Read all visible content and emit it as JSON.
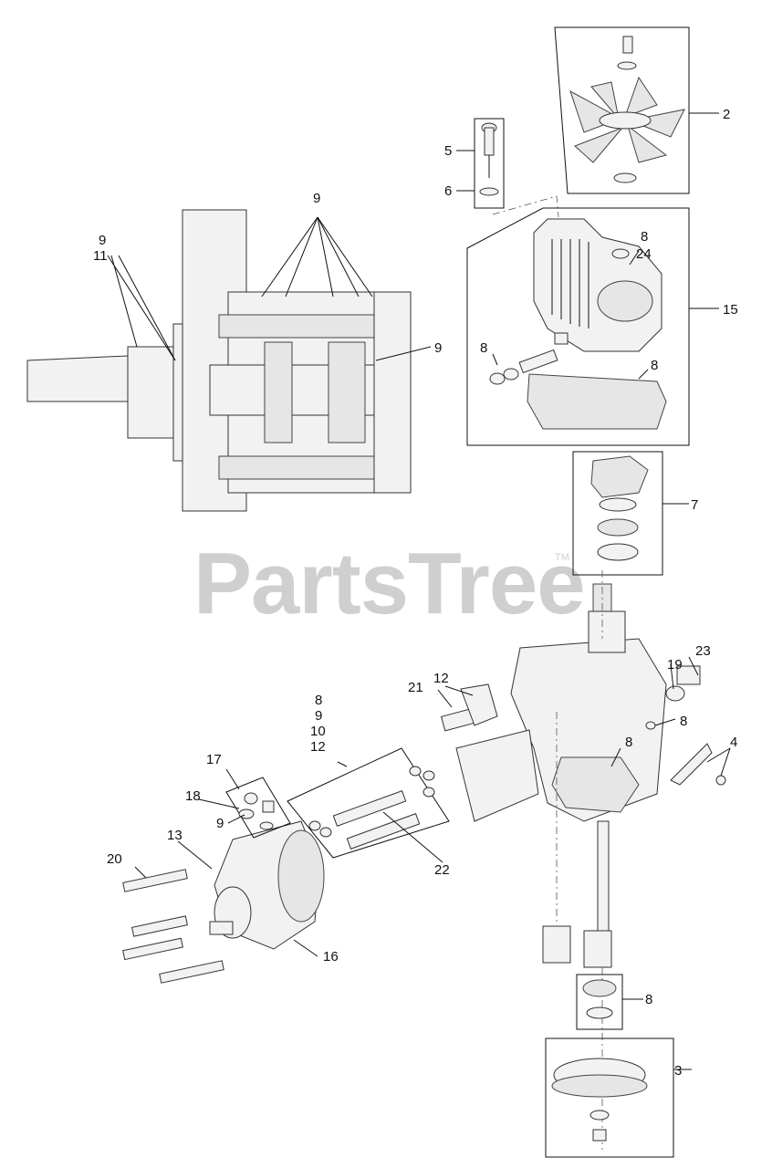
{
  "watermark": {
    "text": "PartsTree",
    "tm": "TM"
  },
  "callouts": [
    {
      "id": "2",
      "text": "2"
    },
    {
      "id": "5",
      "text": "5"
    },
    {
      "id": "6",
      "text": "6"
    },
    {
      "id": "9a",
      "text": "9"
    },
    {
      "id": "9b",
      "text": "9"
    },
    {
      "id": "11",
      "text": "11"
    },
    {
      "id": "8a",
      "text": "8"
    },
    {
      "id": "24",
      "text": "24"
    },
    {
      "id": "15",
      "text": "15"
    },
    {
      "id": "9c",
      "text": "9"
    },
    {
      "id": "8b",
      "text": "8"
    },
    {
      "id": "8c",
      "text": "8"
    },
    {
      "id": "7",
      "text": "7"
    },
    {
      "id": "12a",
      "text": "12"
    },
    {
      "id": "23",
      "text": "23"
    },
    {
      "id": "19",
      "text": "19"
    },
    {
      "id": "8d",
      "text": "8"
    },
    {
      "id": "8e",
      "text": "8"
    },
    {
      "id": "9d",
      "text": "9"
    },
    {
      "id": "10",
      "text": "10"
    },
    {
      "id": "12b",
      "text": "12"
    },
    {
      "id": "21",
      "text": "21"
    },
    {
      "id": "8f",
      "text": "8"
    },
    {
      "id": "4",
      "text": "4"
    },
    {
      "id": "17",
      "text": "17"
    },
    {
      "id": "18",
      "text": "18"
    },
    {
      "id": "9e",
      "text": "9"
    },
    {
      "id": "13",
      "text": "13"
    },
    {
      "id": "20",
      "text": "20"
    },
    {
      "id": "22",
      "text": "22"
    },
    {
      "id": "16",
      "text": "16"
    },
    {
      "id": "8g",
      "text": "8"
    },
    {
      "id": "3",
      "text": "3"
    }
  ]
}
